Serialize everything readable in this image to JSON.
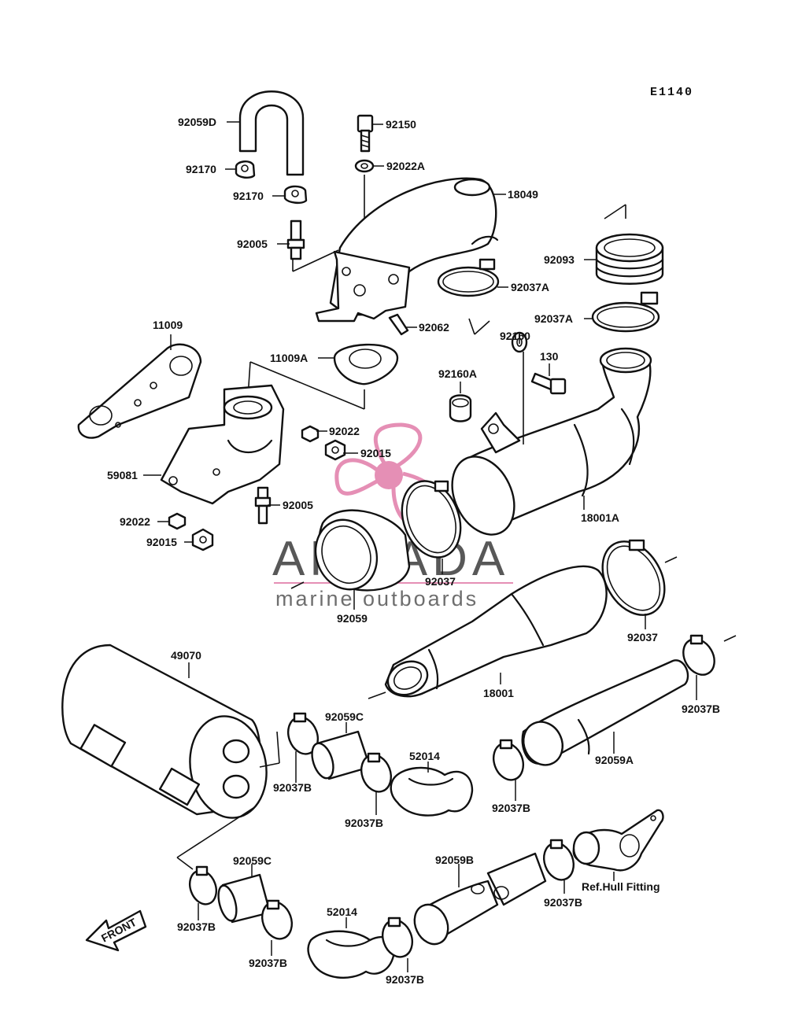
{
  "diagram_code": "E1140",
  "watermark": {
    "brand": "ARMADA",
    "tagline": "marine outboards",
    "accent_color": "#e58fb5"
  },
  "front_label": "FRONT",
  "labels": [
    {
      "text": "92059D"
    },
    {
      "text": "92150"
    },
    {
      "text": "92022A"
    },
    {
      "text": "92170"
    },
    {
      "text": "92170"
    },
    {
      "text": "18049"
    },
    {
      "text": "92005"
    },
    {
      "text": "92093"
    },
    {
      "text": "92037A"
    },
    {
      "text": "92037A"
    },
    {
      "text": "92062"
    },
    {
      "text": "11009"
    },
    {
      "text": "11009A"
    },
    {
      "text": "92160"
    },
    {
      "text": "130"
    },
    {
      "text": "92160A"
    },
    {
      "text": "92022"
    },
    {
      "text": "92015"
    },
    {
      "text": "59081"
    },
    {
      "text": "92005"
    },
    {
      "text": "92022"
    },
    {
      "text": "18001A"
    },
    {
      "text": "92015"
    },
    {
      "text": "92037"
    },
    {
      "text": "92059"
    },
    {
      "text": "92037"
    },
    {
      "text": "49070"
    },
    {
      "text": "18001"
    },
    {
      "text": "92037B"
    },
    {
      "text": "92059C"
    },
    {
      "text": "52014"
    },
    {
      "text": "92059A"
    },
    {
      "text": "92037B"
    },
    {
      "text": "92037B"
    },
    {
      "text": "92037B"
    },
    {
      "text": "92059C"
    },
    {
      "text": "92059B"
    },
    {
      "text": "Ref.Hull Fitting"
    },
    {
      "text": "92037B"
    },
    {
      "text": "52014"
    },
    {
      "text": "92037B"
    },
    {
      "text": "92037B"
    },
    {
      "text": "92037B"
    }
  ]
}
